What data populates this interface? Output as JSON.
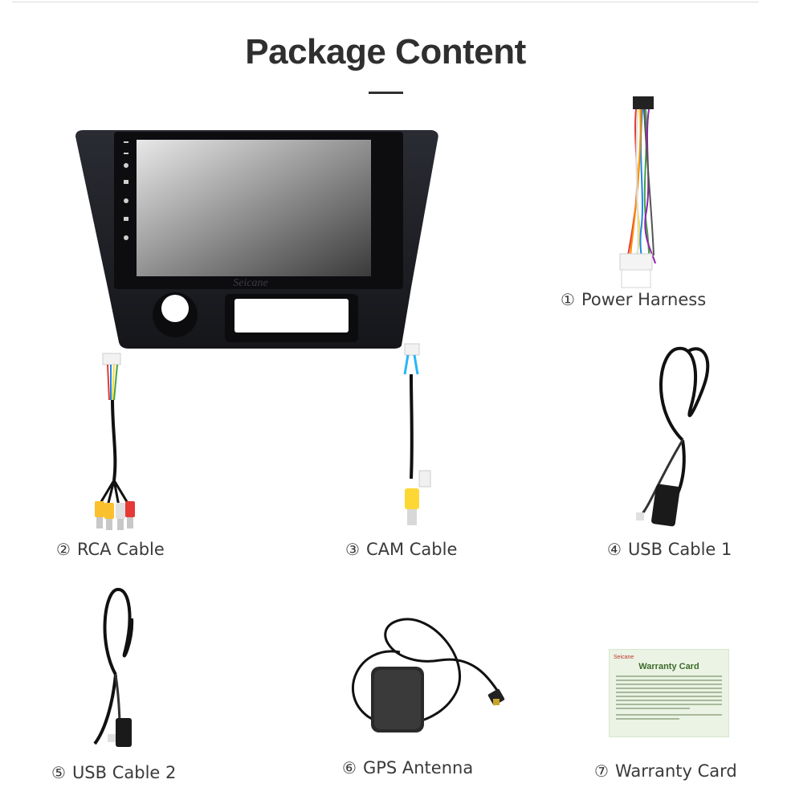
{
  "page": {
    "title": "Package Content"
  },
  "head_unit": {
    "brand": "Seicane"
  },
  "items": [
    {
      "num": "①",
      "label": "Power Harness"
    },
    {
      "num": "②",
      "label": "RCA Cable"
    },
    {
      "num": "③",
      "label": "CAM Cable"
    },
    {
      "num": "④",
      "label": "USB Cable 1"
    },
    {
      "num": "⑤",
      "label": "USB Cable 2"
    },
    {
      "num": "⑥",
      "label": "GPS Antenna"
    },
    {
      "num": "⑦",
      "label": "Warranty Card"
    }
  ],
  "warranty_card": {
    "brand": "Seicane",
    "title": "Warranty Card"
  },
  "colors": {
    "title": "#2f2f2f",
    "label": "#3a3a3a",
    "card_bg": "#eaf3e4",
    "card_title": "#3d6b2a"
  }
}
